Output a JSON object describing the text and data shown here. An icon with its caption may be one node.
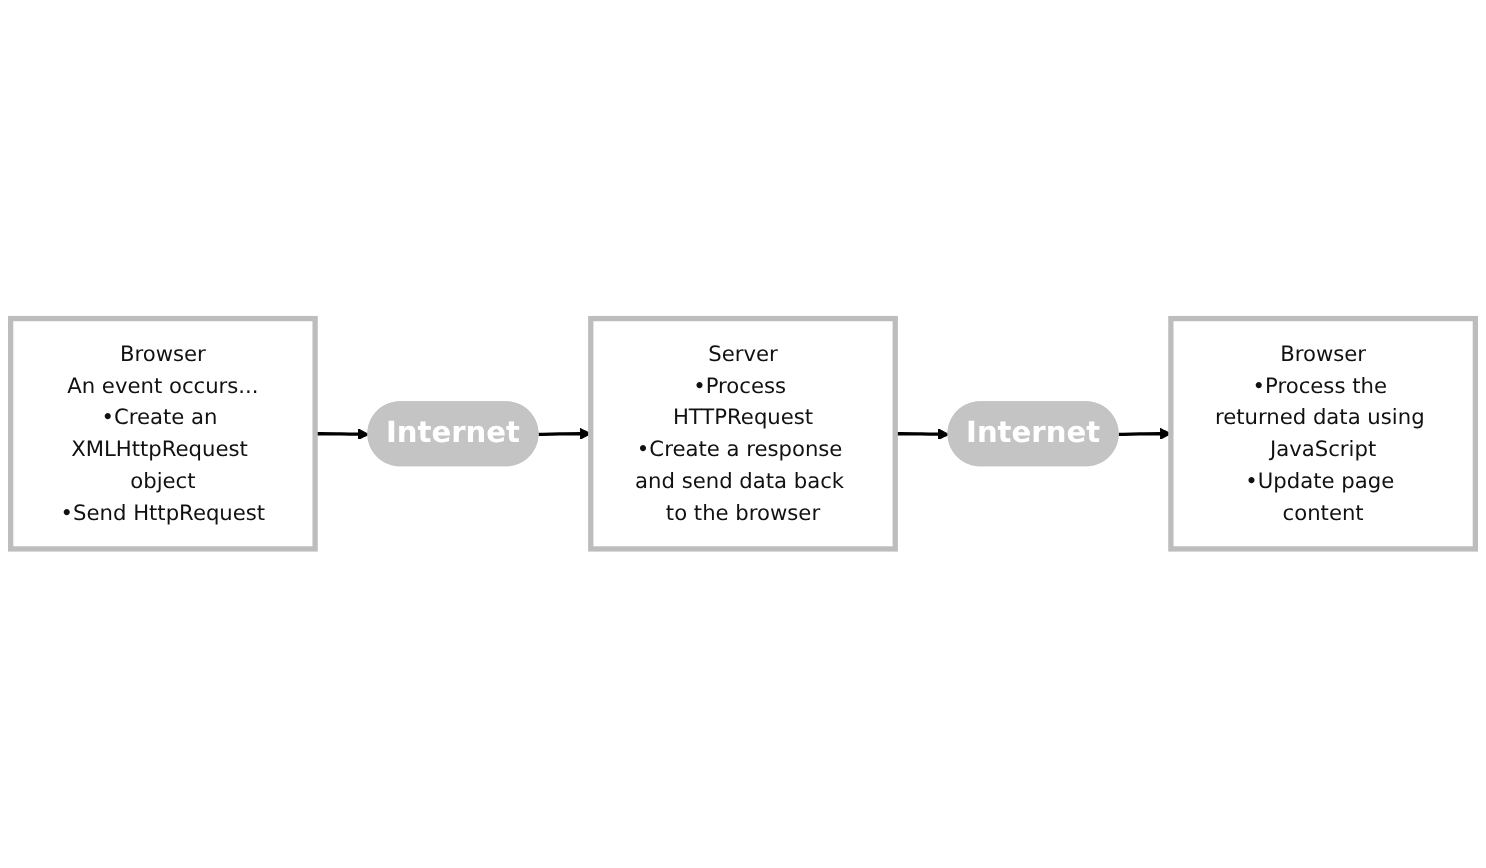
{
  "diagram": {
    "nodes": [
      {
        "text": [
          "Browser",
          "An event occurs...",
          "•Create an XMLHttpRequest object",
          "•Send HttpRequest"
        ]
      },
      {
        "text": [
          "Internet"
        ]
      },
      {
        "text": [
          "Server",
          "•Process HTTPRequest",
          "•Create a response and send data back to the browser"
        ]
      },
      {
        "text": [
          "Internet"
        ]
      },
      {
        "text": [
          "Browser",
          "•Process the returned data using JavaScript",
          "•Update page content"
        ]
      }
    ],
    "edges": [
      {
        "from": 0,
        "to": 1,
        "arrow": "to"
      },
      {
        "from": 1,
        "to": 2,
        "arrow": "to"
      },
      {
        "from": 2,
        "to": 3,
        "arrow": "to"
      },
      {
        "from": 3,
        "to": 4,
        "arrow": "to"
      }
    ]
  }
}
